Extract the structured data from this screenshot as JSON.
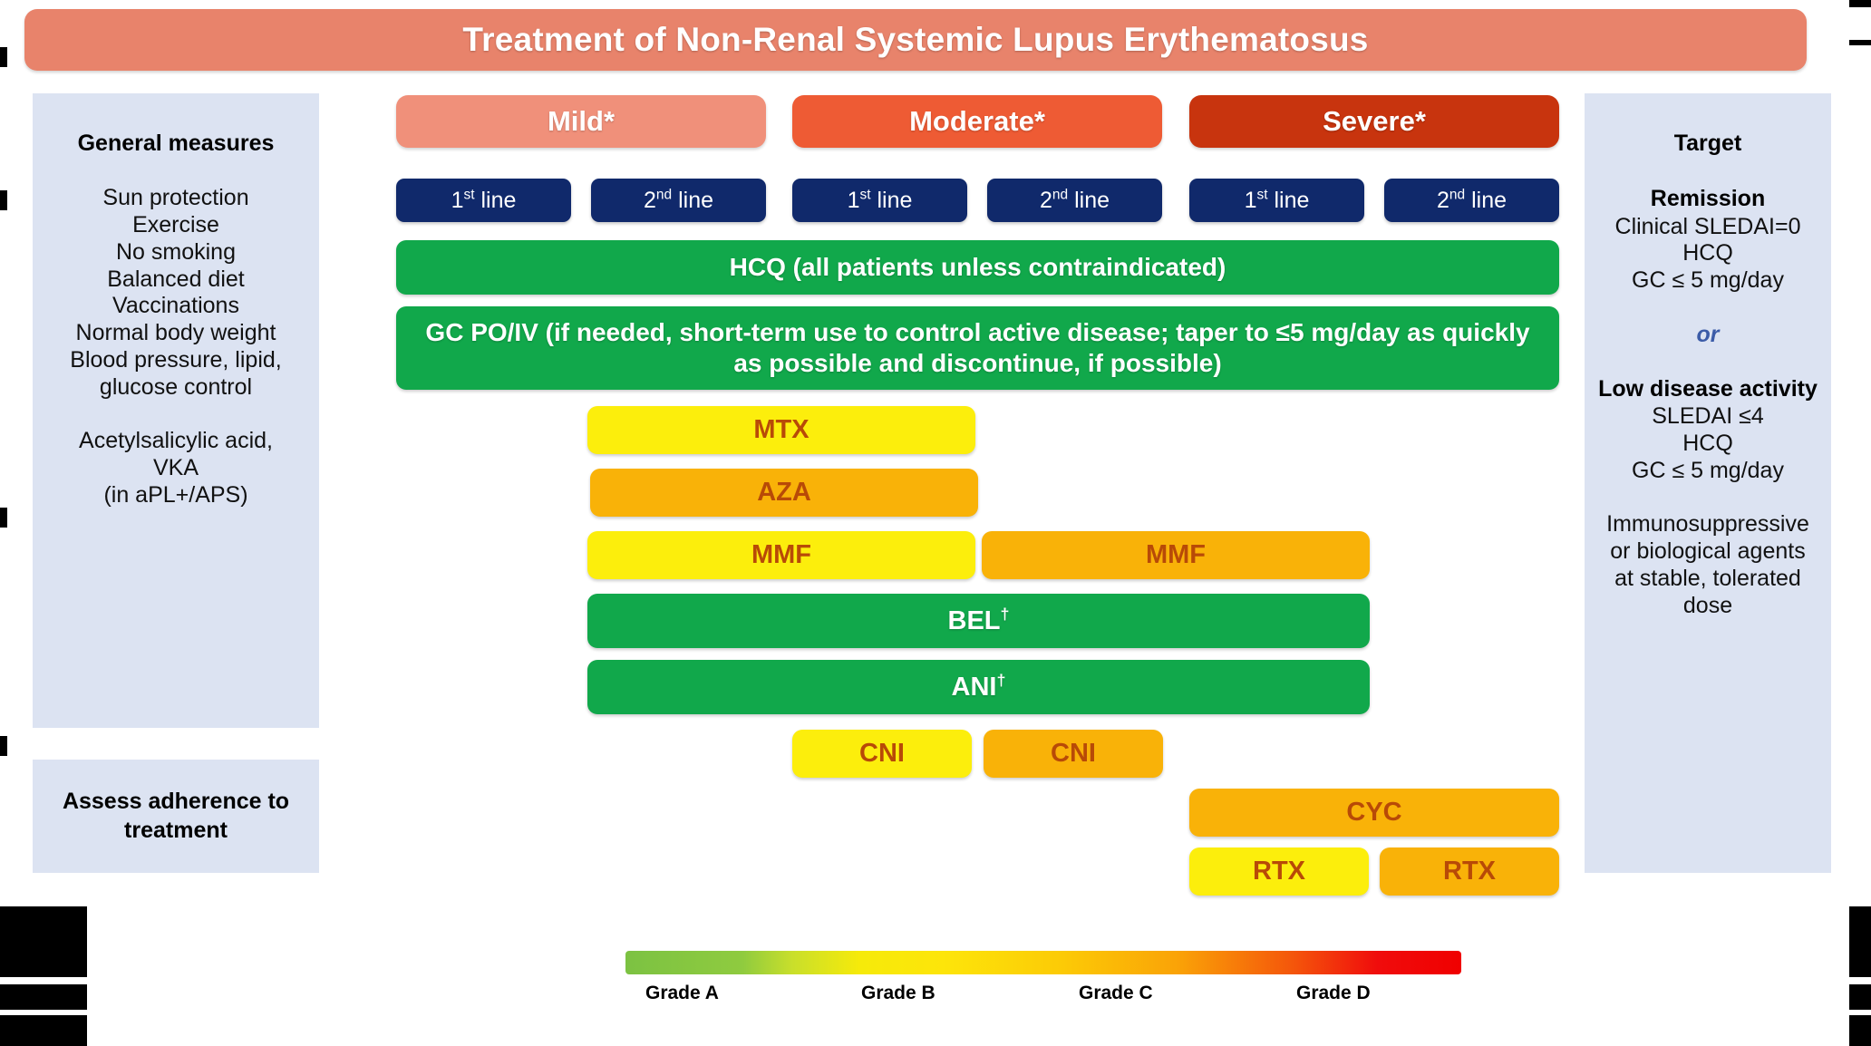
{
  "header": {
    "title": "Treatment of Non-Renal Systemic Lupus Erythematosus"
  },
  "colors": {
    "header_bar": "#E8836B",
    "mild": "#F0907A",
    "moderate": "#EE5B34",
    "severe": "#C8340E",
    "line_button": "#10296B",
    "panel_bg": "#DCE3F2",
    "grade_a": "#7CC242",
    "grade_b": "#FCEE0C",
    "grade_c": "#F9B208",
    "grade_d": "#F00C0C",
    "green_bar": "#11A84B"
  },
  "left_sidebar": {
    "general": {
      "heading": "General measures",
      "lines": [
        "Sun protection",
        "Exercise",
        "No smoking",
        "Balanced diet",
        "Vaccinations",
        "Normal body weight",
        "Blood pressure, lipid,",
        "glucose control"
      ],
      "lines2": [
        "Acetylsalicylic acid,",
        "VKA",
        "(in aPL+/APS)"
      ]
    },
    "adherence": {
      "text": "Assess adherence to treatment"
    }
  },
  "right_sidebar": {
    "heading": "Target",
    "remission": {
      "title": "Remission",
      "lines": [
        "Clinical SLEDAI=0",
        "HCQ",
        "GC ≤ 5 mg/day"
      ]
    },
    "connector": "or",
    "low_activity": {
      "title": "Low disease activity",
      "lines": [
        "SLEDAI ≤4",
        "HCQ",
        "GC ≤ 5 mg/day"
      ]
    },
    "note": [
      "Immunosuppressive",
      "or biological agents",
      "at stable, tolerated",
      "dose"
    ]
  },
  "severity_columns": [
    {
      "key": "mild",
      "label": "Mild*"
    },
    {
      "key": "moderate",
      "label": "Moderate*"
    },
    {
      "key": "severe",
      "label": "Severe*"
    }
  ],
  "line_labels": {
    "first_num": "1",
    "first_sup": "st",
    "first_rest": " line",
    "second_num": "2",
    "second_sup": "nd",
    "second_rest": " line"
  },
  "full_width_bars": [
    {
      "name": "hcq",
      "text": "HCQ (all patients unless contraindicated)",
      "grade": "A"
    },
    {
      "name": "gc",
      "text": "GC PO/IV (if needed, short-term use to control active disease; taper to ≤5 mg/day as quickly as possible and discontinue, if possible)",
      "grade": "A"
    }
  ],
  "drug_bars": [
    {
      "name": "mtx",
      "label": "MTX",
      "grade": "B",
      "dagger": false
    },
    {
      "name": "aza",
      "label": "AZA",
      "grade": "C",
      "dagger": false
    },
    {
      "name": "mmf-mild",
      "label": "MMF",
      "grade": "B",
      "dagger": false
    },
    {
      "name": "mmf-mod",
      "label": "MMF",
      "grade": "C",
      "dagger": false
    },
    {
      "name": "bel",
      "label": "BEL",
      "grade": "A",
      "dagger": true
    },
    {
      "name": "ani",
      "label": "ANI",
      "grade": "A",
      "dagger": true
    },
    {
      "name": "cni-mild",
      "label": "CNI",
      "grade": "B",
      "dagger": false
    },
    {
      "name": "cni-mod",
      "label": "CNI",
      "grade": "C",
      "dagger": false
    },
    {
      "name": "cyc",
      "label": "CYC",
      "grade": "C",
      "dagger": false
    },
    {
      "name": "rtx-1st",
      "label": "RTX",
      "grade": "B",
      "dagger": false
    },
    {
      "name": "rtx-2nd",
      "label": "RTX",
      "grade": "C",
      "dagger": false
    }
  ],
  "dagger_symbol": "†",
  "legend": {
    "labels": [
      "Grade A",
      "Grade B",
      "Grade C",
      "Grade D"
    ]
  }
}
